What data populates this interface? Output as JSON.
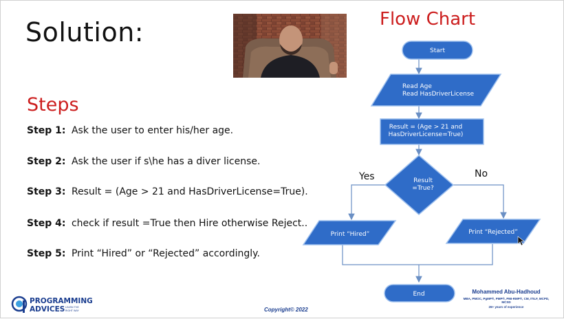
{
  "slide": {
    "title": "Solution:",
    "steps_heading": "Steps",
    "steps": [
      {
        "label": "Step 1:",
        "text": "Ask the user to enter his/her age."
      },
      {
        "label": "Step 2:",
        "text": "Ask the user if s\\he has a diver license."
      },
      {
        "label": "Step 3:",
        "text": "Result = (Age > 21 and HasDriverLicense=True)."
      },
      {
        "label": "Step 4:",
        "text": "check if result =True then Hire otherwise Reject.."
      },
      {
        "label": "Step 5:",
        "text": "Print “Hired” or “Rejected” accordingly."
      }
    ]
  },
  "flowchart": {
    "title": "Flow Chart",
    "start": "Start",
    "input_line1": "Read Age",
    "input_line2": "Read HasDriverLicense",
    "process_line1": "Result = (Age > 21 and",
    "process_line2": "HasDriverLicense=True)",
    "decision_line1": "Result",
    "decision_line2": "=True?",
    "yes_label": "Yes",
    "no_label": "No",
    "output_yes": "Print “Hired”",
    "output_no": "Print “Rejected”",
    "end": "End"
  },
  "footer": {
    "logo_line1": "PROGRAMMING",
    "logo_line2": "ADVICES",
    "logo_tagline1": "LEARN THE",
    "logo_tagline2": "RIGHT WAY",
    "copyright": "Copyright© 2022",
    "author_name": "Mohammed Abu-Hadhoud",
    "author_credentials": "MBA, PMOC, PgMP®, PMP®, PMI-RMP®, CM, ITILF, MCPD, MCSD",
    "author_experience": "26+ years of experience"
  },
  "colors": {
    "accent_red": "#cc1d1d",
    "shape_blue": "#2f6cc8",
    "shape_border": "#9ec0ee",
    "arrow": "#6a8fc4",
    "brand_blue": "#1a3d8f"
  }
}
